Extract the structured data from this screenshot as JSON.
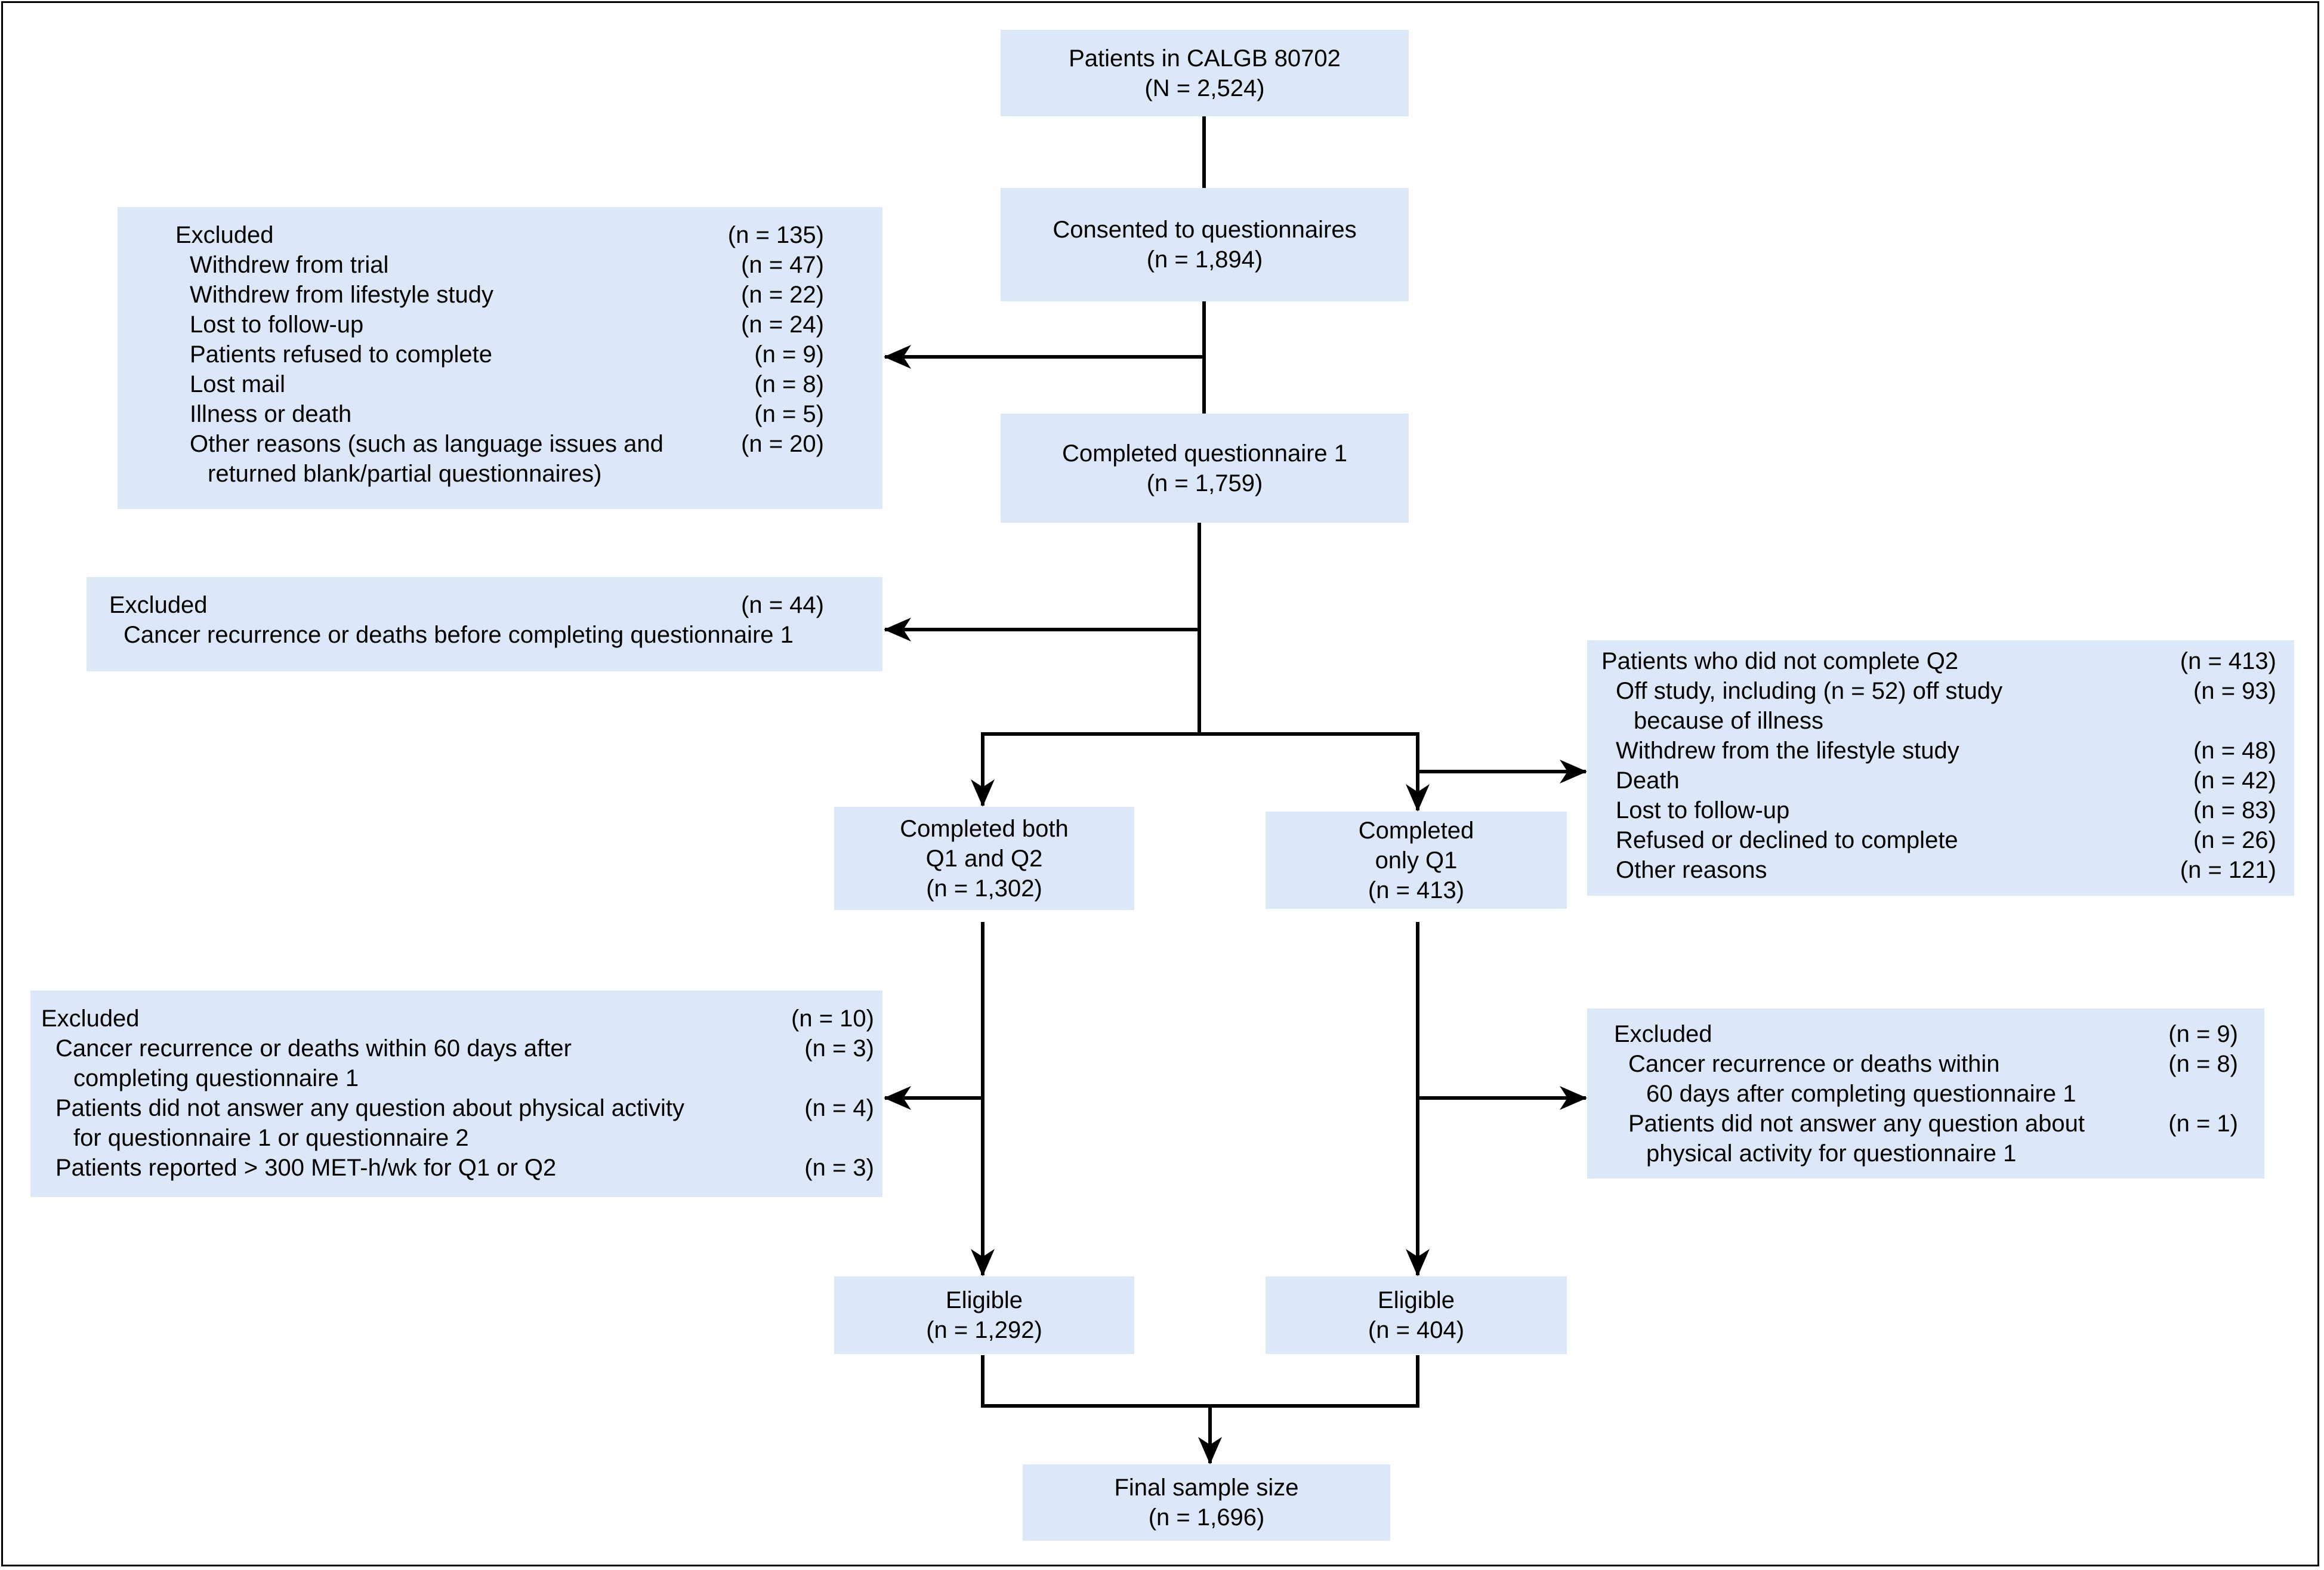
{
  "colors": {
    "box_fill": "#dce8f7",
    "line": "#000000",
    "frame": "#000000"
  },
  "enrolled": {
    "title": "Patients in CALGB 80702",
    "count": "(N = 2,524)"
  },
  "consented": {
    "title": "Consented to questionnaires",
    "count": "(n = 1,894)"
  },
  "completed_q1": {
    "title": "Completed questionnaire 1",
    "count": "(n = 1,759)"
  },
  "both": {
    "line1": "Completed both",
    "line2": "Q1 and Q2",
    "count": "(n = 1,302)"
  },
  "only_q1": {
    "line1": "Completed",
    "line2": "only Q1",
    "count": "(n = 413)"
  },
  "eligible_left": {
    "title": "Eligible",
    "count": "(n = 1,292)"
  },
  "eligible_right": {
    "title": "Eligible",
    "count": "(n = 404)"
  },
  "final": {
    "title": "Final sample size",
    "count": "(n = 1,696)"
  },
  "excluded_1": {
    "header": {
      "label": "Excluded",
      "count": "(n = 135)"
    },
    "items": [
      {
        "label": "Withdrew from trial",
        "count": "(n = 47)"
      },
      {
        "label": "Withdrew from lifestyle study",
        "count": "(n = 22)"
      },
      {
        "label": "Lost to follow-up",
        "count": "(n = 24)"
      },
      {
        "label": "Patients refused to complete",
        "count": "(n = 9)"
      },
      {
        "label": "Lost mail",
        "count": "(n = 8)"
      },
      {
        "label": "Illness or death",
        "count": "(n = 5)"
      },
      {
        "label": "Other reasons (such as language issues and",
        "cont": "returned blank/partial questionnaires)",
        "count": "(n = 20)"
      }
    ]
  },
  "excluded_2": {
    "header": {
      "label": "Excluded",
      "count": "(n = 44)"
    },
    "items": [
      {
        "label": "Cancer recurrence or deaths before completing questionnaire 1"
      }
    ]
  },
  "not_complete_q2": {
    "header": {
      "label": "Patients who did not complete Q2",
      "count": "(n = 413)"
    },
    "items": [
      {
        "label": "Off study, including (n = 52) off study",
        "cont": "because of illness",
        "count": "(n = 93)"
      },
      {
        "label": "Withdrew from the lifestyle study",
        "count": "(n = 48)"
      },
      {
        "label": "Death",
        "count": "(n = 42)"
      },
      {
        "label": "Lost to follow-up",
        "count": "(n = 83)"
      },
      {
        "label": "Refused or declined to complete",
        "count": "(n = 26)"
      },
      {
        "label": "Other reasons",
        "count": "(n = 121)"
      }
    ]
  },
  "excluded_left": {
    "header": {
      "label": "Excluded",
      "count": "(n = 10)"
    },
    "items": [
      {
        "label": "Cancer recurrence or deaths within 60 days after",
        "cont": "completing questionnaire 1",
        "count": "(n =  3)"
      },
      {
        "label": "Patients did not answer any question about physical activity",
        "cont": "for questionnaire 1 or questionnaire 2",
        "count": "(n = 4)"
      },
      {
        "label": "Patients reported > 300 MET-h/wk for Q1 or Q2",
        "count": "(n = 3)"
      }
    ]
  },
  "excluded_right": {
    "header": {
      "label": "Excluded",
      "count": "(n = 9)"
    },
    "items": [
      {
        "label": "Cancer recurrence or deaths within",
        "cont": "60 days after completing questionnaire 1",
        "count": "(n = 8)"
      },
      {
        "label": "Patients did not answer any question about",
        "cont": "physical activity for questionnaire 1",
        "count": "(n = 1)"
      }
    ]
  }
}
